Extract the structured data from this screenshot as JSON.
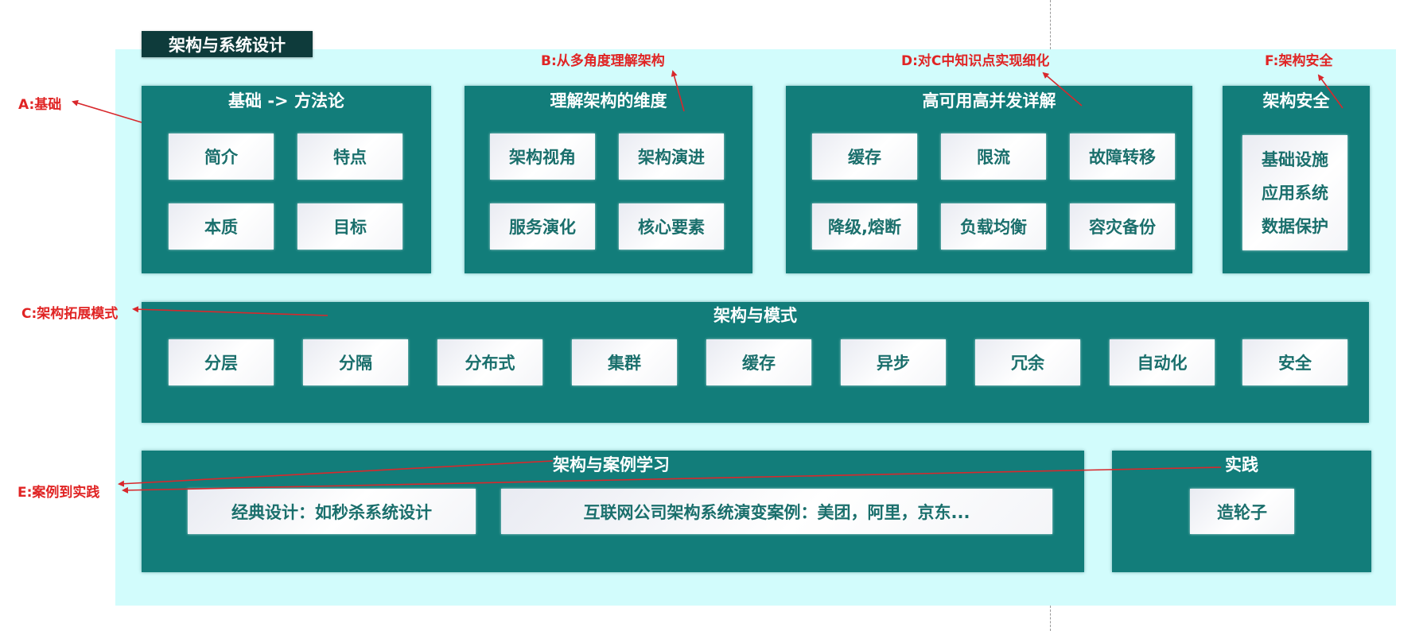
{
  "diagram": {
    "title": "架构与系统设计",
    "colors": {
      "canvas_bg": "#d2fcfc",
      "panel": "#127d7a",
      "title_bg": "#0e3b3b",
      "box_text": "#1a6f6c",
      "annotation": "#e02424"
    },
    "panels": {
      "basics": {
        "title": "基础 -> 方法论",
        "items": [
          "简介",
          "特点",
          "本质",
          "目标"
        ]
      },
      "dimensions": {
        "title": "理解架构的维度",
        "items": [
          "架构视角",
          "架构演进",
          "服务演化",
          "核心要素"
        ]
      },
      "ha": {
        "title": "高可用高并发详解",
        "items": [
          "缓存",
          "限流",
          "故障转移",
          "降级,熔断",
          "负载均衡",
          "容灾备份"
        ]
      },
      "security": {
        "title": "架构安全",
        "items": [
          "基础设施",
          "应用系统",
          "数据保护"
        ]
      },
      "patterns": {
        "title": "架构与模式",
        "items": [
          "分层",
          "分隔",
          "分布式",
          "集群",
          "缓存",
          "异步",
          "冗余",
          "自动化",
          "安全"
        ]
      },
      "cases": {
        "title": "架构与案例学习",
        "items": [
          "经典设计：如秒杀系统设计",
          "互联网公司架构系统演变案例：美团，阿里，京东..."
        ]
      },
      "practice": {
        "title": "实践",
        "items": [
          "造轮子"
        ]
      }
    },
    "annotations": {
      "a": "A:基础",
      "b": "B:从多角度理解架构",
      "c": "C:架构拓展模式",
      "d": "D:对C中知识点实现细化",
      "e": "E:案例到实践",
      "f": "F:架构安全"
    }
  }
}
